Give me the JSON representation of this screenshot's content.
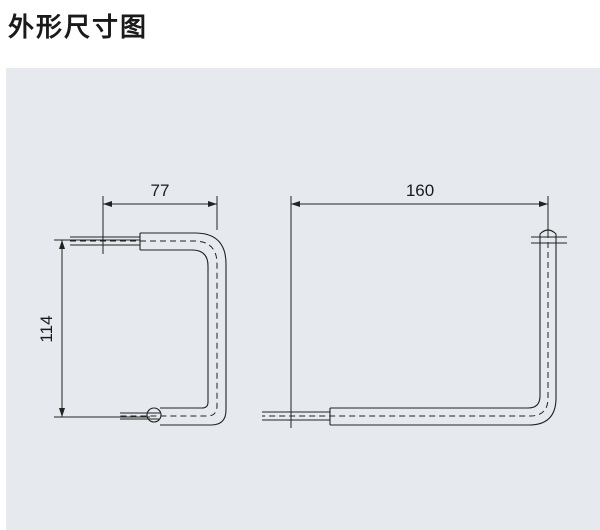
{
  "header": {
    "title": "外形尺寸图"
  },
  "diagram": {
    "left_view": {
      "width_label": "77",
      "height_label": "114"
    },
    "right_view": {
      "width_label": "160"
    }
  },
  "colors": {
    "panel_background": "#e6eaef",
    "line": "#222222",
    "title": "#1a1a1a"
  }
}
